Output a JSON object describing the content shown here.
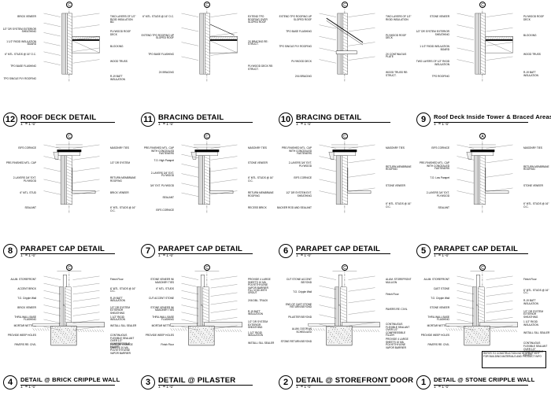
{
  "details": [
    {
      "number": "12",
      "title": "ROOF DECK DETAIL",
      "scale": "1\" = 1'-0\"",
      "grid": "C",
      "labels": [
        "BRICK VENEER",
        "1/2\" DR SYSTEM EXTERIOR SHEATHING",
        "1 1/2\" RIGID INSULATION BOARD",
        "6\" MTL. STUDS @ 16\" O.C.",
        "TPO BASE FLASHING",
        "TPO SINGLE PLY ROOFING",
        "TWO LAYERS OF 1/2\" RIGID INSULATION BD.",
        "PLYWOOD ROOF DECK",
        "BLOCKING",
        "WOOD TRUSS",
        "R-19 BATT INSULATION"
      ]
    },
    {
      "number": "11",
      "title": "BRACING DETAIL",
      "scale": "1\" = 1'-0\"",
      "grid": "C",
      "labels": [
        "6\" MTL. STUDS @ 16\" O.C.",
        "EXTEND TPO ROOFING UP SLOPED ROOF",
        "TPO BASE FLASHING",
        "2X BRACING",
        "EXTEND TPO ROOFING OVER SLOPED ROOF",
        "2X BRACING RE: STRUCT.",
        "PLYWOOD DECK RE: STRUCT."
      ]
    },
    {
      "number": "10",
      "title": "BRACING DETAIL",
      "scale": "1\" = 1'-0\"",
      "grid": "C",
      "labels": [
        "EXTEND TPO ROOFING UP SLOPED ROOF",
        "TPO BASE FLASHING",
        "TPO SINGLE PLY ROOFING",
        "PLYWOOD DECK",
        "2X4 BRACING",
        "TWO LAYERS OF 1/2\" RIGID INSULATION",
        "PLYWOOD ROOF DECK",
        "2X CONTINUOUS PLATE",
        "WOOD TRUSS RE: STRUCT."
      ]
    },
    {
      "number": "9",
      "title": "Roof Deck Inside Tower & Braced Areas",
      "scale": "1\" = 1'-0\"",
      "grid": "C",
      "labels": [
        "STONE VENEER",
        "1/2\" DR SYSTEM EXTERIOR SHEATHING",
        "1 1/2\" RIGID INSULATION BOARD",
        "TWO LAYERS OF 1/2\" RIGID INSULATION",
        "TPO ROOFING",
        "PLYWOOD ROOF DECK",
        "BLOCKING",
        "WOOD TRUSS",
        "R-19 BATT INSULATION"
      ]
    },
    {
      "number": "8",
      "title": "PARAPET CAP DETAIL",
      "scale": "1\" = 1'-0\"",
      "grid": "C",
      "labels": [
        "EIFS CORNICE",
        "PRE-FINISHED MTL. CAP",
        "2-LAYERS 3/4\" EXT. PLYWOOD",
        "6\" MTL. STUD",
        "SEALANT",
        "MASONRY TIES",
        "1/2\" DR SYSTEM",
        "RETURN MEMBRANE ROOFING",
        "BRICK VENEER",
        "6\" MTL. STUDS @ 16\" O.C."
      ]
    },
    {
      "number": "7",
      "title": "PARAPET CAP DETAIL",
      "scale": "1\" = 1'-0\"",
      "grid": "C",
      "labels": [
        "PRE-FINISHED MTL. CAP WITH CONCEALED FASTENERS",
        "T.O. High Parapet",
        "2-LAYERS 3/4\" EXT. PLYWOOD",
        "3/4\" EXT. PLYWOOD",
        "SEALANT",
        "EIFS CORNICE",
        "MASONRY TIES",
        "STONE VENEER",
        "6\" MTL. STUDS @ 16\" O.C.",
        "RETURN MEMBRANE ROOFING",
        "RECESS BRICK"
      ]
    },
    {
      "number": "6",
      "title": "PARAPET CAP DETAIL",
      "scale": "1\" = 1'-0\"",
      "grid": "C",
      "labels": [
        "PRE-FINISHED MTL. CAP WITH CONCEALED FASTENERS",
        "2-LAYERS 3/4\" EXT. PLYWOOD",
        "EIFS CORNICE",
        "1/2\" DR SYSTEM EXT. SHEATHING",
        "BACKER ROD AND SEALANT",
        "MASONRY TIES",
        "RETURN MEMBRANE ROOFING",
        "STONE VENEER",
        "6\" MTL. STUDS @ 16\" O.C."
      ]
    },
    {
      "number": "5",
      "title": "PARAPET CAP DETAIL",
      "scale": "1\" = 1'-0\"",
      "grid": "A",
      "labels": [
        "EIFS CORNICE",
        "PRE-FINISHED MTL. CAP WITH CONCEALED FASTENERS",
        "T.O. Low Parapet",
        "2-LAYERS 3/4\" EXT. PLYWOOD",
        "SEALANT",
        "MASONRY TIES",
        "RETURN MEMBRANE ROOFING",
        "STONE VENEER",
        "6\" MTL. STUDS @ 16\" O.C."
      ]
    },
    {
      "number": "4",
      "title": "DETAIL @ BRICK CRIPPLE WALL",
      "scale": "1\" = 1'-0\"",
      "grid": "C",
      "labels": [
        "ALUM. STOREFRONT",
        "ACCENT BRICK",
        "T.O. Cripple Wall",
        "BRICK VENEER",
        "THRU-WALL BASE FLASHING",
        "MORTAR NETTING",
        "PROVIDE WEEP HOLES",
        "PAVERS RE: CIVIL",
        "Finish Floor",
        "6\" MTL. STUDS @ 16\" O.C.",
        "R-19 BATT INSULATION",
        "1/2\" DR SYSTEM EXTERIOR SHEATHING",
        "1 1/2\" RIGID INSULATION",
        "INSTALL SILL SEALER",
        "CONTINUOUS FLEXIBLE SEALANT OVER 1/2\" COMPRESSIBLE FILLER",
        "PROVIDE 4 LARGE SHEETS 10 MIL POLYETHYLENE VAPOR BARRIER"
      ]
    },
    {
      "number": "3",
      "title": "DETAIL @ PILASTER",
      "scale": "1\" = 1'-0\"",
      "grid": "C",
      "labels": [
        "STONE VENEER W/ MASONRY TIES",
        "6\" MTL. STUDS",
        "CUT ACCENT STONE",
        "STONE VENEER W/ MASONRY TIES",
        "THRU-WALL BASE FLASHING",
        "MORTAR NETTING",
        "PROVIDE WEEP HOLES",
        "Finish Floor",
        "PROVIDE 4 LARGE SHEETS 10 MIL POLYETHYLENE VAPOR BARRIER",
        "FILL VOID WITH GROUT",
        "2X6 DBL. TRACK",
        "R-19 BATT INSULATION",
        "1/2\" DR SYSTEM EXTERIOR SHEATHING",
        "1 1/2\" RIGID INSULATION",
        "INSTALL SILL SEALER"
      ]
    },
    {
      "number": "2",
      "title": "DETAIL @ STOREFRONT DOOR",
      "scale": "1\" = 1'-0\"",
      "grid": "C",
      "labels": [
        "CUT STONE ACCENT BEYOND",
        "T.O. Cripple Wall",
        "END OF CAST STONE RETURN BEYOND",
        "PILASTER BEYOND",
        "ALUM. DOOR AS SCHEDULED",
        "STONE RETURN BEYOND",
        "ALUM. STOREFRONT MULLION",
        "Finish Floor",
        "PAVERS RE: CIVIL",
        "CONTINUOUS FLEXIBLE SEALANT OVER 1/2\" COMPRESSIBLE FILLER",
        "PROVIDE 4 LARGE SHEETS 10 MIL POLYETHYLENE VAPOR BARRIER"
      ]
    },
    {
      "number": "1",
      "title": "DETAIL @ STONE CRIPPLE WALL",
      "scale": "1\" = 1'-0\"",
      "grid": "C",
      "labels": [
        "ALUM. STOREFRONT",
        "CAST STONE",
        "T.O. Cripple Wall",
        "STONE VENEER",
        "THRU-WALL BASE FLASHING",
        "MORTAR NETTING",
        "PROVIDE WEEP HOLES",
        "PAVERS RE: CIVIL",
        "Finish Floor",
        "6\" MTL. STUDS @ 16\" O.C.",
        "R-19 BATT INSULATION",
        "1/2\" DR SYSTEM EXTERIOR SHEATHING",
        "1 1/2\" RIGID INSULATION",
        "INSTALL SILL SEALER",
        "CONTINUOUS FLEXIBLE SEALANT OVER 1/2\" COMPRESSIBLE FILLER"
      ]
    }
  ],
  "note": "REFER TO CONSTRUCTION NOTE SHEET A2.0 FOR BUILDING MATERIALS AND PRODUCT INFO"
}
